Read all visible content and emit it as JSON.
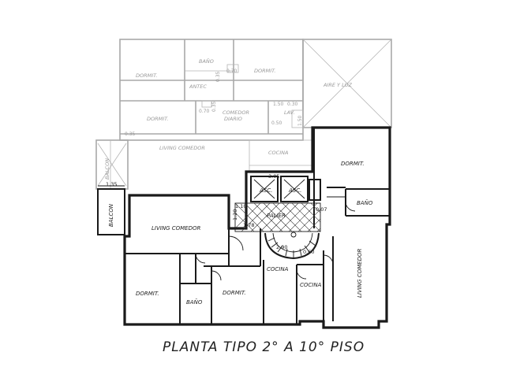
{
  "caption": "PLANTA TIPO 2° A 10° PISO",
  "rooms": {
    "upper": {
      "dormit_1": "DORMIT.",
      "bano": "BAÑO",
      "dormit_2": "DORMIT.",
      "antec": "ANTEC",
      "dormit_3": "DORMIT.",
      "comedor_diario_1": "COMEDOR",
      "comedor_diario_2": "DIARIO",
      "lav": "LAV.",
      "living_comedor": "LIVING COMEDOR",
      "cocina": "COCINA",
      "balcon": "BALCON",
      "aire_luz": "AIRE Y LUZ"
    },
    "lower": {
      "dormit_right": "DORMIT.",
      "bano_right": "BAÑO",
      "asc_1": "ASC.",
      "asc_2": "ASC.",
      "palier": "PALIER",
      "balcon": "BALCON",
      "living_comedor": "LIVING COMEDOR",
      "dormit_left": "DORMIT.",
      "bano_left": "BAÑO",
      "dormit_mid": "DORMIT.",
      "cocina_1": "COCINA",
      "cocina_2": "COCINA",
      "living_comedor_right": "LIVING COMEDOR"
    }
  },
  "dimensions": {
    "d_070_a": "0.70",
    "d_035_a": "0.35",
    "d_070_b": "0.70",
    "d_035_b": "0.35",
    "d_150": "1.50",
    "d_030": "0.30",
    "d_050": "0.50",
    "d_150_b": "1.50",
    "d_035_c": "0.35",
    "d_135": "1.35",
    "d_305": "3.05",
    "d_110": "1.10",
    "d_120": "1.20",
    "d_178": "1.78",
    "d_007": "0.07",
    "d_290": "2.90",
    "d_060": "0.60"
  }
}
